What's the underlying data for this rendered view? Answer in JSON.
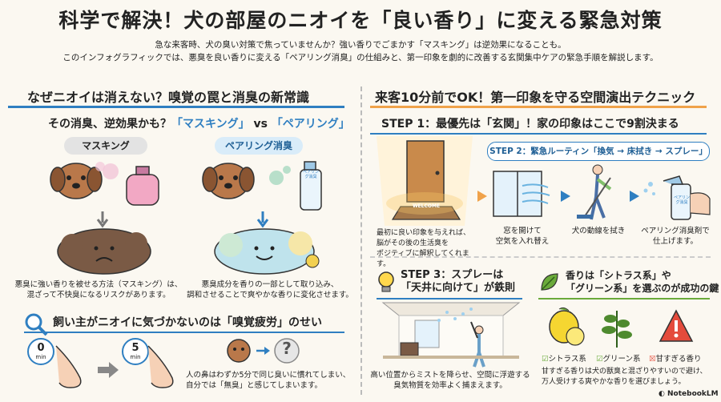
{
  "title": "科学で解決！犬の部屋のニオイを「良い香り」に変える緊急対策",
  "intro": {
    "line1": "急な来客時、犬の臭い対策で焦っていませんか？強い香りでごまかす「マスキング」は逆効果になることも。",
    "line2": "このインフォグラフィックでは、悪臭を良い香りに変える「ペアリング消臭」の仕組みと、第一印象を劇的に改善する玄関集中ケアの緊急手順を解説します。"
  },
  "left": {
    "section_title": "なぜニオイは消えない？嗅覚の罠と消臭の新常識",
    "subtitle_pre": "その消臭、逆効果かも？",
    "subtitle_a": "「マスキング」",
    "subtitle_vs": "vs",
    "subtitle_b": "「ペアリング」",
    "masking": {
      "label": "マスキング",
      "desc1": "悪臭に強い香りを被せる方法（マスキング）は、",
      "desc2": "混ざって不快臭になるリスクがあります。"
    },
    "pairing": {
      "label": "ペアリング消臭",
      "bottle_text": "ペアリング消臭",
      "desc1": "悪臭成分を香りの一部として取り込み、",
      "desc2": "調和させることで爽やかな香りに変化させます。"
    },
    "fatigue": {
      "title": "飼い主がニオイに気づかないのは「嗅覚疲労」のせい",
      "t0_num": "0",
      "t0_unit": "min",
      "t5_num": "5",
      "t5_unit": "min",
      "question": "?",
      "desc1": "人の鼻はわずか5分で同じ臭いに慣れてしまい、",
      "desc2": "自分では「無臭」と感じてしまいます。"
    }
  },
  "right": {
    "section_title": "来客10分前でOK！第一印象を守る空間演出テクニック",
    "step1": {
      "title": "STEP 1：最優先は「玄関」！家の印象はここで9割決まる",
      "mat_text": "WELCOME",
      "desc1": "最初に良い印象を与えれば、",
      "desc2": "脳がその後の生活臭を",
      "desc3": "ポジティブに解釈してくれます。"
    },
    "step2": {
      "title": "STEP 2：緊急ルーティン「換気 → 床拭き → スプレー」",
      "items": [
        {
          "l1": "窓を開けて",
          "l2": "空気を入れ替え"
        },
        {
          "l1": "犬の動線を拭き",
          "l2": ""
        },
        {
          "l1": "ペアリング消臭剤で",
          "l2": "仕上げます。"
        }
      ],
      "bottle_text": "ペアリング消臭"
    },
    "step3": {
      "title1": "STEP 3：スプレーは",
      "title2": "「天井に向けて」が鉄則",
      "desc1": "高い位置からミストを降らせ、空間に浮遊する",
      "desc2": "臭気物質を効率よく捕まえます。"
    },
    "scent": {
      "title1": "香りは「シトラス系」や",
      "title2": "「グリーン系」を選ぶのが成功の鍵",
      "opt1": "シトラス系",
      "opt2": "グリーン系",
      "opt3": "甘すぎる香り",
      "desc1": "甘すぎる香りは犬の獣臭と混ざりやすいので避け、",
      "desc2": "万人受けする爽やかな香りを選びましょう。"
    }
  },
  "footer": {
    "brand": "NotebookLM"
  },
  "colors": {
    "blue": "#2f7fc1",
    "orange": "#f0a24a",
    "green": "#6aaa3a",
    "bg": "#fbf8f1"
  }
}
